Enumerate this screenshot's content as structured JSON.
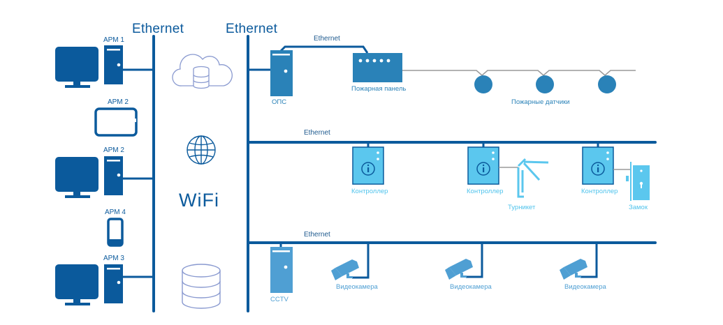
{
  "colors": {
    "dark_blue": "#0b5a9c",
    "mid_blue": "#2a82b8",
    "light_blue": "#5bc7ee",
    "camera_blue": "#4f9fd3",
    "cloud_outline": "#8a9ad0",
    "sensor_wire": "#9a9a9a"
  },
  "backbones": {
    "left_label": "Ethernet",
    "right_label": "Ethernet"
  },
  "workstations": [
    {
      "label": "АРМ 1",
      "type": "desktop"
    },
    {
      "label": "АРМ 2",
      "type": "tablet"
    },
    {
      "label": "АРМ 2",
      "type": "desktop"
    },
    {
      "label": "АРМ 4",
      "type": "phone"
    },
    {
      "label": "АРМ 3",
      "type": "desktop"
    }
  ],
  "middle": {
    "cloud_icon": "cloud-database-icon",
    "globe_icon": "globe-icon",
    "wifi_label": "WiFi",
    "database_icon": "database-icon"
  },
  "fire_row": {
    "link_label": "Ethernet",
    "server_label": "ОПС",
    "panel_label": "Пожарная панель",
    "sensors_label": "Пожарные датчики",
    "sensor_count": 3
  },
  "access_row": {
    "link_label": "Ethernet",
    "controllers": [
      {
        "label": "Контроллер",
        "attached": null
      },
      {
        "label": "Контроллер",
        "attached": "Турникет"
      },
      {
        "label": "Контроллер",
        "attached": "Замок"
      }
    ]
  },
  "cctv_row": {
    "link_label": "Ethernet",
    "server_label": "CCTV",
    "cameras": [
      {
        "label": "Видеокамера"
      },
      {
        "label": "Видеокамера"
      },
      {
        "label": "Видеокамера"
      }
    ]
  }
}
